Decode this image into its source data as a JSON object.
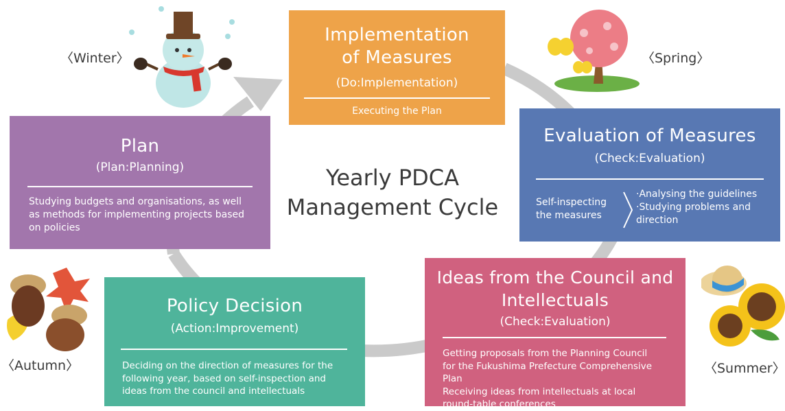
{
  "center": {
    "line1": "Yearly PDCA",
    "line2": "Management Cycle"
  },
  "colors": {
    "do": "#eea349",
    "plan": "#a276ac",
    "check": "#5878b3",
    "council": "#d0617f",
    "policy": "#4fb49b",
    "cycle_arrow": "#cacaca",
    "text_dark": "#3a3a3a"
  },
  "boxes": {
    "do": {
      "title_line1": "Implementation",
      "title_line2": "of Measures",
      "subtitle": "(Do:Implementation)",
      "description": "Executing the Plan"
    },
    "plan": {
      "title": "Plan",
      "subtitle": "(Plan:Planning)",
      "description": "Studying budgets and organisations, as well as methods for implementing projects based on policies"
    },
    "check": {
      "title": "Evaluation of Measures",
      "subtitle": "(Check:Evaluation)",
      "left_text": "Self-inspecting the measures",
      "bullets": [
        "Analysing the guidelines",
        "Studying problems and direction"
      ]
    },
    "council": {
      "title_line1": "Ideas from the Council and",
      "title_line2": "Intellectuals",
      "subtitle": "(Check:Evaluation)",
      "description_line1": "Getting proposals from the Planning Council for the Fukushima Prefecture Comprehensive Plan",
      "description_line2": "Receiving ideas from intellectuals at local round-table conferences"
    },
    "policy": {
      "title": "Policy Decision",
      "subtitle": "(Action:Improvement)",
      "description": "Deciding on the direction of measures for the following year, based on self-inspection and ideas from the council and intellectuals"
    }
  },
  "seasons": {
    "winter": "〈Winter〉",
    "spring": "〈Spring〉",
    "autumn": "〈Autumn〉",
    "summer": "〈Summer〉"
  },
  "illustrations": {
    "winter": "snowman-icon",
    "spring": "cherry-tree-icon",
    "autumn": "acorns-leaves-icon",
    "summer": "sunflowers-hat-icon"
  }
}
